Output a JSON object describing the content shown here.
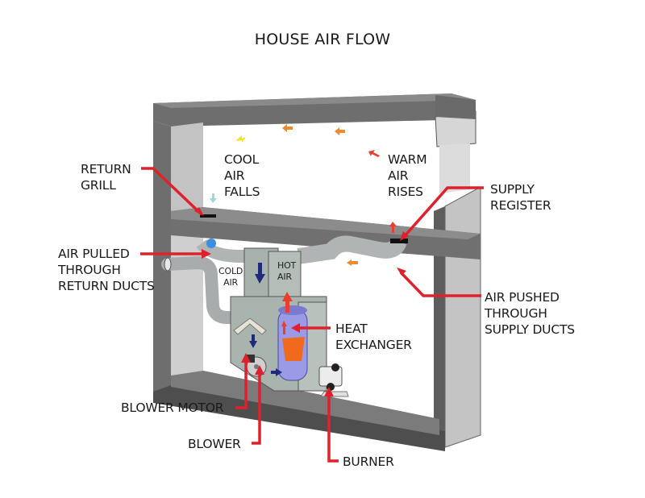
{
  "title": "HOUSE AIR FLOW",
  "room_labels": {
    "cool_air_falls": "COOL\nAIR\nFALLS",
    "warm_air_rises": "WARM\nAIR\nRISES",
    "cold_air": "COLD\nAIR",
    "hot_air": "HOT\nAIR"
  },
  "callouts": {
    "return_grill": "RETURN\nGRILL",
    "air_pulled": "AIR PULLED\nTHROUGH\nRETURN DUCTS",
    "supply_register": "SUPPLY\nREGISTER",
    "air_pushed": "AIR PUSHED\nTHROUGH\nSUPPLY DUCTS",
    "heat_exchanger": "HEAT\nEXCHANGER",
    "blower_motor": "BLOWER MOTOR",
    "blower": "BLOWER",
    "burner": "BURNER"
  },
  "colors": {
    "callout_line": "#e0202a",
    "frame_dark": "#6b6b6b",
    "frame_light": "#c9c9c9",
    "duct": "#b8bcbc",
    "furnace": "#a9b3ae",
    "heat_exchanger": "#9e9ee8",
    "flame": "#f06a1e",
    "cold_arrow": "#1f2a7a",
    "hot_arrow": "#e8402a",
    "warm_arrow": "#f08a2a",
    "cool_arrow": "#9fd8df",
    "yellow_arrow": "#f5e21a"
  }
}
